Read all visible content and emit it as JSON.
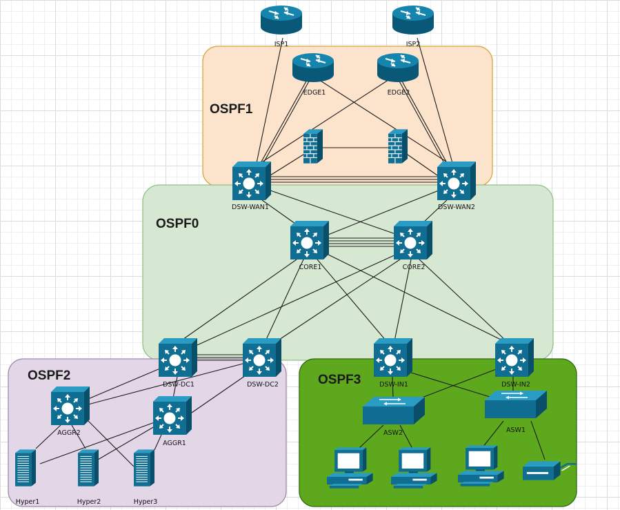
{
  "areas": {
    "ospf1": {
      "label": "OSPF1",
      "fill": "#fbe3cc",
      "stroke": "#d8a33d"
    },
    "ospf0": {
      "label": "OSPF0",
      "fill": "#d6e8d1",
      "stroke": "#93bf87"
    },
    "ospf2": {
      "label": "OSPF2",
      "fill": "#e2d6e7",
      "stroke": "#a08aab"
    },
    "ospf3": {
      "label": "OSPF3",
      "fill": "#5ea81e",
      "stroke": "#2f6b10"
    }
  },
  "nodes": {
    "isp1": {
      "label": "ISP1",
      "icon": "router-icon"
    },
    "isp2": {
      "label": "ISP2",
      "icon": "router-icon"
    },
    "edge1": {
      "label": "EDGE1",
      "icon": "router-icon"
    },
    "edge2": {
      "label": "EDGE2",
      "icon": "router-icon"
    },
    "fw1": {
      "label": "",
      "icon": "firewall-icon"
    },
    "fw2": {
      "label": "",
      "icon": "firewall-icon"
    },
    "dsw_wan1": {
      "label": "DSW-WAN1",
      "icon": "multilayer-switch-icon"
    },
    "dsw_wan2": {
      "label": "DSW-WAN2",
      "icon": "multilayer-switch-icon"
    },
    "core1": {
      "label": "CORE1",
      "icon": "multilayer-switch-icon"
    },
    "core2": {
      "label": "CORE2",
      "icon": "multilayer-switch-icon"
    },
    "dsw_dc1": {
      "label": "DSW-DC1",
      "icon": "multilayer-switch-icon"
    },
    "dsw_dc2": {
      "label": "DSW-DC2",
      "icon": "multilayer-switch-icon"
    },
    "dsw_in1": {
      "label": "DSW-IN1",
      "icon": "multilayer-switch-icon"
    },
    "dsw_in2": {
      "label": "DSW-IN2",
      "icon": "multilayer-switch-icon"
    },
    "aggr2": {
      "label": "AGGR2",
      "icon": "multilayer-switch-icon"
    },
    "aggr1": {
      "label": "AGGR1",
      "icon": "multilayer-switch-icon"
    },
    "asw2": {
      "label": "ASW2",
      "icon": "switch-icon"
    },
    "asw1": {
      "label": "ASW1",
      "icon": "switch-icon"
    },
    "hyper1": {
      "label": "Hyper1",
      "icon": "server-icon"
    },
    "hyper2": {
      "label": "Hyper2",
      "icon": "server-icon"
    },
    "hyper3": {
      "label": "Hyper3",
      "icon": "server-icon"
    },
    "pc1": {
      "label": "",
      "icon": "pc-icon"
    },
    "pc2": {
      "label": "",
      "icon": "pc-icon"
    },
    "pc3": {
      "label": "",
      "icon": "pc-icon"
    },
    "printer": {
      "label": "",
      "icon": "printer-icon"
    }
  },
  "colors": {
    "device_blue": "#0f6e92",
    "device_blue_light": "#1b8bb4",
    "device_blue_dark": "#0a4f6a"
  }
}
